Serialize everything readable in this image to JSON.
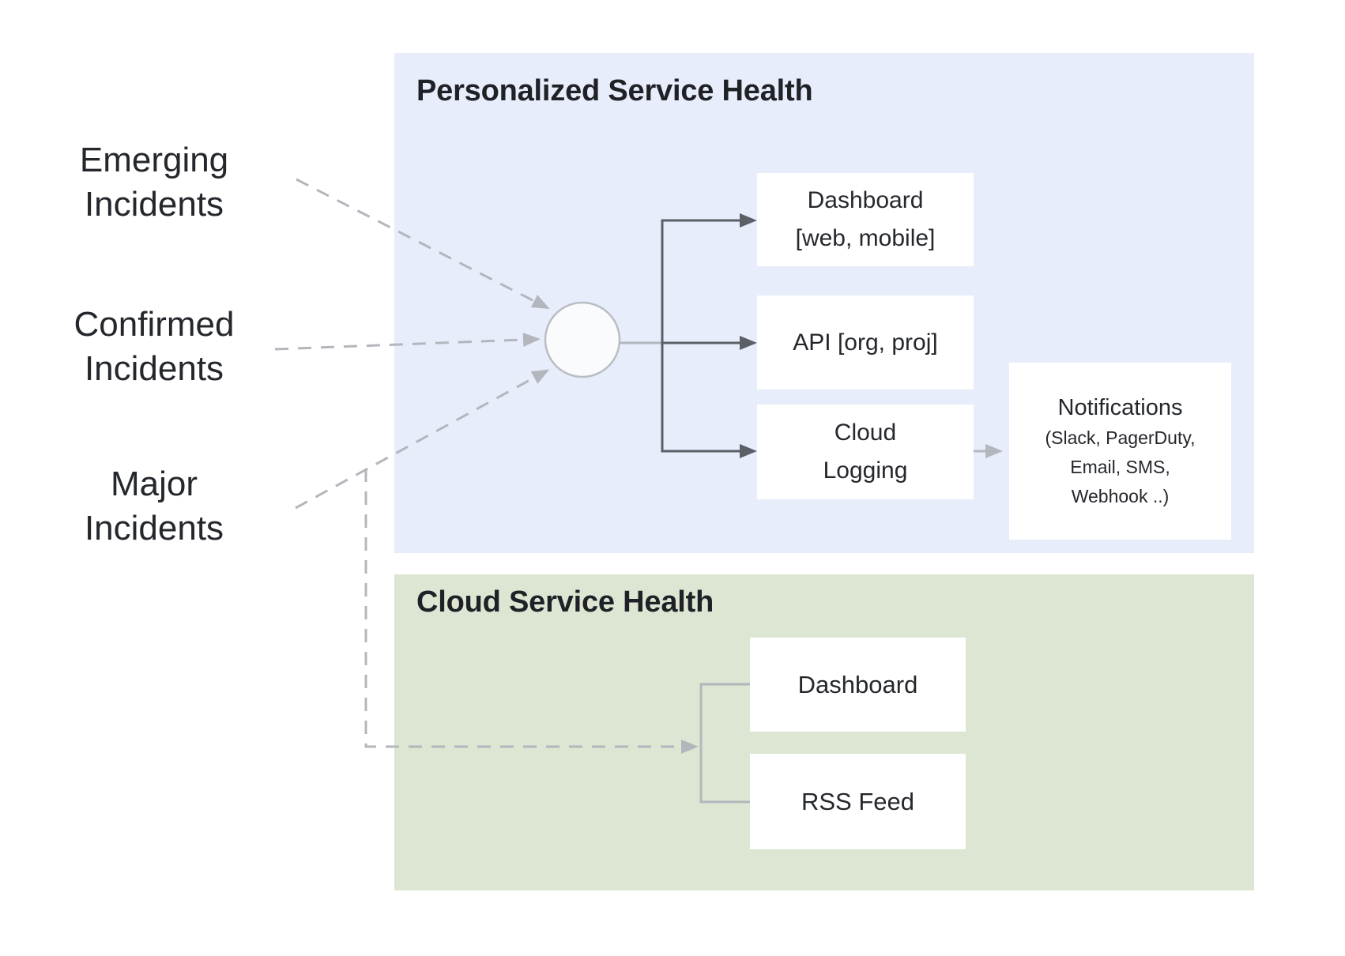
{
  "palette": {
    "blue-panel": "#e8edfb",
    "green-panel": "#dce6d3",
    "box-bg": "#ffffff",
    "text": "#24272c",
    "title": "#1f2126",
    "dark-arrow": "#5b5f66",
    "light-arrow": "#b3b7bd",
    "circle-fill": "#fafbfd",
    "circle-stroke": "#b9bdc3"
  },
  "sources": [
    {
      "lines": [
        "Emerging",
        "Incidents"
      ]
    },
    {
      "lines": [
        "Confirmed",
        "Incidents"
      ]
    },
    {
      "lines": [
        "Major",
        "Incidents"
      ]
    }
  ],
  "personalized": {
    "title": "Personalized Service Health",
    "dashboard": {
      "lines": [
        "Dashboard",
        "[web, mobile]"
      ]
    },
    "api": {
      "label": "API [org, proj]"
    },
    "logging": {
      "lines": [
        "Cloud",
        "Logging"
      ]
    },
    "notifications": {
      "title": "Notifications",
      "lines": [
        "(Slack, PagerDuty,",
        "Email, SMS,",
        "Webhook ..)"
      ]
    }
  },
  "cloud": {
    "title": "Cloud Service Health",
    "dashboard": "Dashboard",
    "rss": "RSS Feed"
  }
}
